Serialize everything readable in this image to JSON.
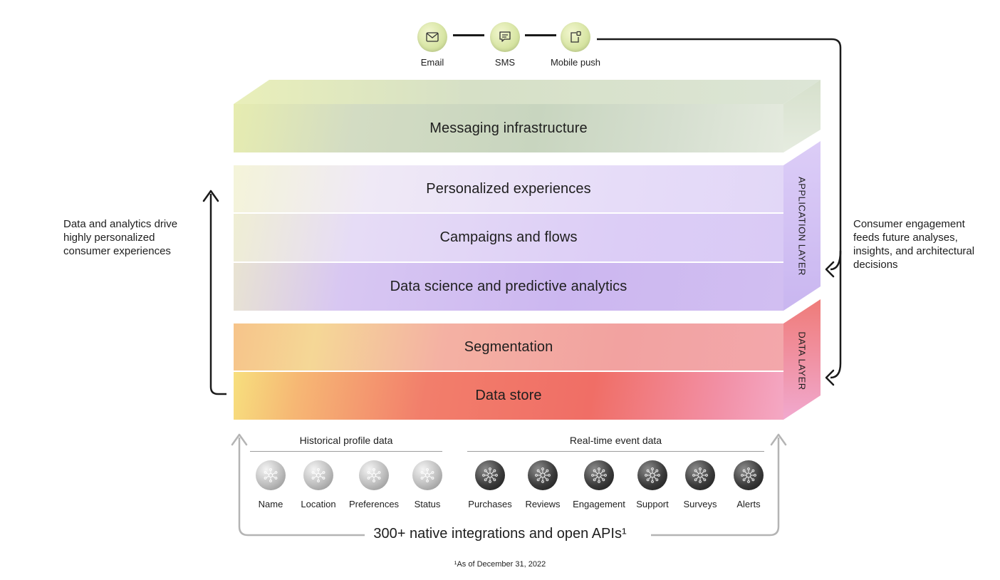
{
  "channels": [
    {
      "label": "Email",
      "icon": "envelope-icon"
    },
    {
      "label": "SMS",
      "icon": "chat-bubble-icon"
    },
    {
      "label": "Mobile push",
      "icon": "mobile-notification-icon"
    }
  ],
  "layers": {
    "messaging": "Messaging infrastructure",
    "personalized": "Personalized experiences",
    "campaigns": "Campaigns and flows",
    "data_science": "Data science and predictive analytics",
    "segmentation": "Segmentation",
    "data_store": "Data store"
  },
  "side_labels": {
    "application": "APPLICATION LAYER",
    "data": "DATA LAYER"
  },
  "notes": {
    "left": [
      "Data and analytics drive",
      "highly personalized",
      "consumer experiences"
    ],
    "right": [
      "Consumer engagement",
      "feeds future analyses,",
      "insights, and architectural",
      "decisions"
    ]
  },
  "groups": {
    "historical": "Historical profile data",
    "realtime": "Real-time event data"
  },
  "historical_sources": [
    "Name",
    "Location",
    "Preferences",
    "Status"
  ],
  "realtime_sources": [
    "Purchases",
    "Reviews",
    "Engagement",
    "Support",
    "Surveys",
    "Alerts"
  ],
  "integrations": "300+ native integrations and open APIs¹",
  "footnote": "¹As of December 31, 2022",
  "colors": {
    "messaging": "#c9d7bd",
    "application": "#d2c2f2",
    "data": "#f19087",
    "channel": "#d9e6a6"
  }
}
